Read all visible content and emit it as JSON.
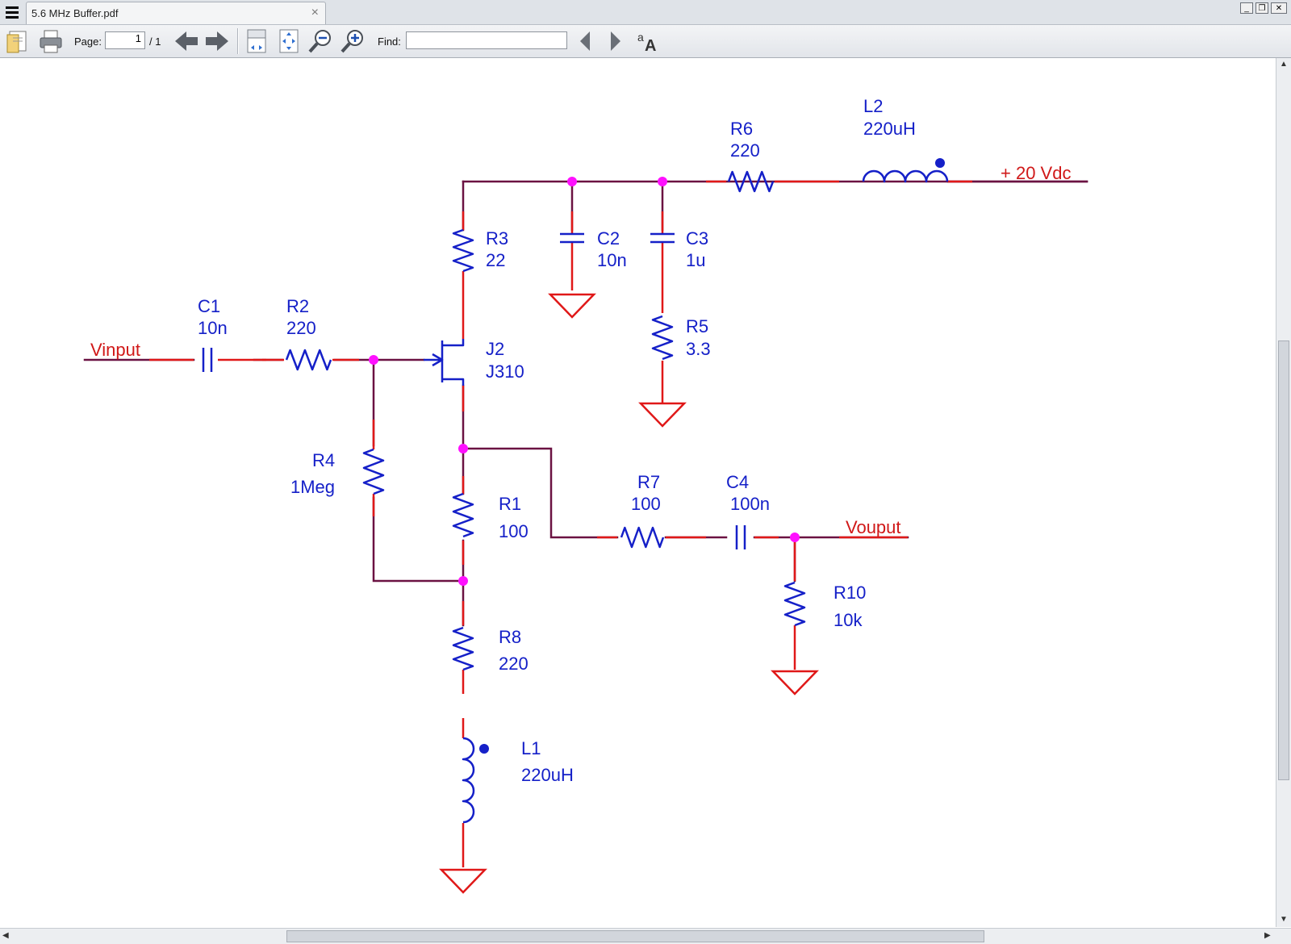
{
  "window": {
    "tab_title": "5.6 MHz Buffer.pdf",
    "tab_close": "×",
    "minimize": "_",
    "restore": "❐",
    "close": "✕"
  },
  "toolbar": {
    "page_label": "Page:",
    "page_value": "1",
    "page_total": "/ 1",
    "find_label": "Find:",
    "find_value": ""
  },
  "schematic": {
    "labels": {
      "vinput": "Vinput",
      "vouput": "Vouput",
      "supply": "+ 20 Vdc"
    },
    "components": {
      "c1": {
        "ref": "C1",
        "value": "10n"
      },
      "r2": {
        "ref": "R2",
        "value": "220"
      },
      "r3": {
        "ref": "R3",
        "value": "22"
      },
      "c2": {
        "ref": "C2",
        "value": "10n"
      },
      "c3": {
        "ref": "C3",
        "value": "1u"
      },
      "r6": {
        "ref": "R6",
        "value": "220"
      },
      "l2": {
        "ref": "L2",
        "value": "220uH"
      },
      "r5": {
        "ref": "R5",
        "value": "3.3"
      },
      "j2": {
        "ref": "J2",
        "value": "J310"
      },
      "r4": {
        "ref": "R4",
        "value": "1Meg"
      },
      "r1": {
        "ref": "R1",
        "value": "100"
      },
      "r7": {
        "ref": "R7",
        "value": "100"
      },
      "c4": {
        "ref": "C4",
        "value": "100n"
      },
      "r10": {
        "ref": "R10",
        "value": "10k"
      },
      "r8": {
        "ref": "R8",
        "value": "220"
      },
      "l1": {
        "ref": "L1",
        "value": "220uH"
      }
    }
  },
  "colors": {
    "wire": "#6b1242",
    "lead": "#e01818",
    "component": "#1520c8",
    "junction": "#ff10ff",
    "net_label": "#d01818"
  }
}
